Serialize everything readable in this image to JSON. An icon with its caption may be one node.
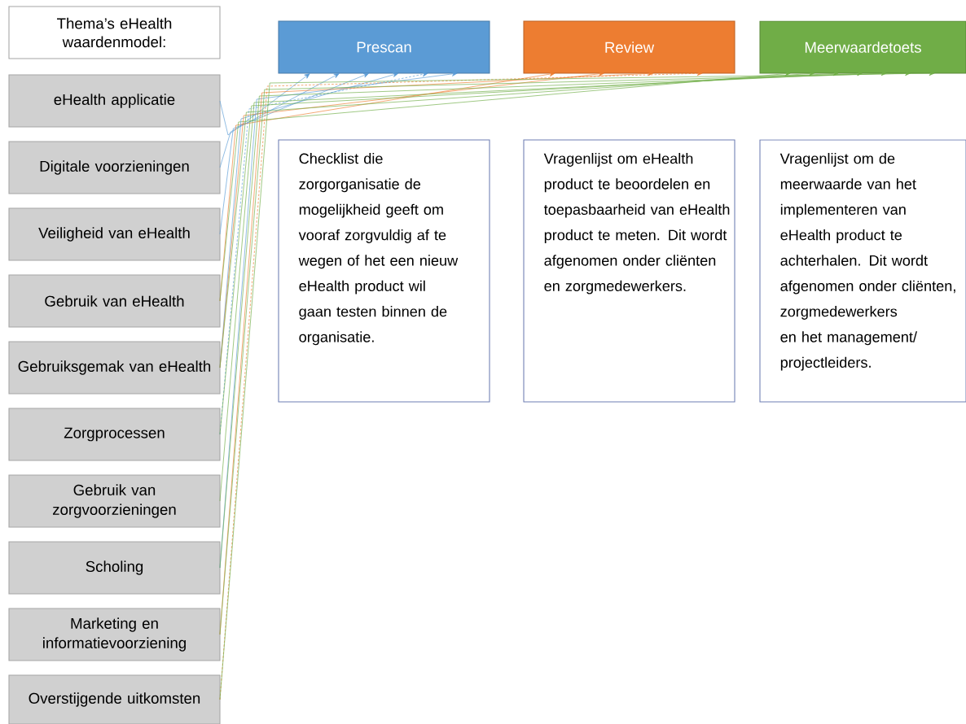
{
  "diagram": {
    "nodes": [
      {
        "text": [
          "Thema’s eHealth waardenmodel:"
        ]
      },
      {
        "text": [
          "eHealth applicatie"
        ]
      },
      {
        "text": [
          "Digitale voorzieningen"
        ]
      },
      {
        "text": [
          "Veiligheid van eHealth"
        ]
      },
      {
        "text": [
          "Gebruik van eHealth"
        ]
      },
      {
        "text": [
          "Gebruiksgemak van eHealth"
        ]
      },
      {
        "text": [
          "Zorgprocessen"
        ]
      },
      {
        "text": [
          "Gebruik van zorgvoorzieningen"
        ]
      },
      {
        "text": [
          "Scholing"
        ]
      },
      {
        "text": [
          "Marketing en informatievoorziening"
        ]
      },
      {
        "text": [
          "Overstijgende uitkomsten"
        ]
      },
      {
        "text": [
          "Prescan"
        ]
      },
      {
        "text": [
          "Review"
        ]
      },
      {
        "text": [
          "Meerwaardetoets"
        ]
      },
      {
        "text": [
          "Checklist die zorgorganisatie de mogelijkheid geeft om vooraf zorgvuldig af te wegen of het een nieuw eHealth product wil gaan testen binnen de organisatie."
        ]
      },
      {
        "text": [
          "Vragenlijst om eHealth product te beoordelen en toepasbaarheid van eHealth product te meten. Dit wordt afgenomen onder cliënten en zorgmedewerkers."
        ]
      },
      {
        "text": [
          "Vragenlijst om de meerwaarde van het implementeren van eHealth product te achterhalen. Dit wordt afgenomen onder cliënten, zorgmedewerkers en het management/ projectleiders."
        ]
      }
    ],
    "edges": [
      {
        "from": 1,
        "to": 11,
        "arrow": "to",
        "color": "#5b9bd5"
      },
      {
        "from": 2,
        "to": 11,
        "arrow": "to",
        "color": "#5b9bd5"
      },
      {
        "from": 3,
        "to": 11,
        "arrow": "to",
        "color": "#5b9bd5"
      },
      {
        "from": 4,
        "to": 12,
        "arrow": "to",
        "color": "#ed7d31"
      },
      {
        "from": 4,
        "to": 13,
        "arrow": "to"
      },
      {
        "from": 5,
        "to": 11,
        "arrow": "to",
        "color": "#5b9bd5"
      },
      {
        "from": 5,
        "to": 12,
        "arrow": "to",
        "color": "#ed7d31"
      },
      {
        "from": 5,
        "to": 13,
        "arrow": "to"
      },
      {
        "from": 6,
        "to": 11,
        "arrow": "to",
        "style": "dashed",
        "color": "#5b9bd5"
      },
      {
        "from": 6,
        "to": 13,
        "arrow": "to"
      },
      {
        "from": 7,
        "to": 13,
        "arrow": "to"
      },
      {
        "from": 8,
        "to": 11,
        "arrow": "to",
        "color": "#5b9bd5"
      },
      {
        "from": 8,
        "to": 13,
        "arrow": "to"
      },
      {
        "from": 9,
        "to": 12,
        "arrow": "to",
        "color": "#ed7d31"
      },
      {
        "from": 9,
        "to": 13,
        "arrow": "to"
      },
      {
        "from": 10,
        "to": 12,
        "arrow": "to",
        "style": "dashed",
        "color": "#ed7d31"
      },
      {
        "from": 10,
        "to": 13,
        "arrow": "to"
      }
    ]
  }
}
